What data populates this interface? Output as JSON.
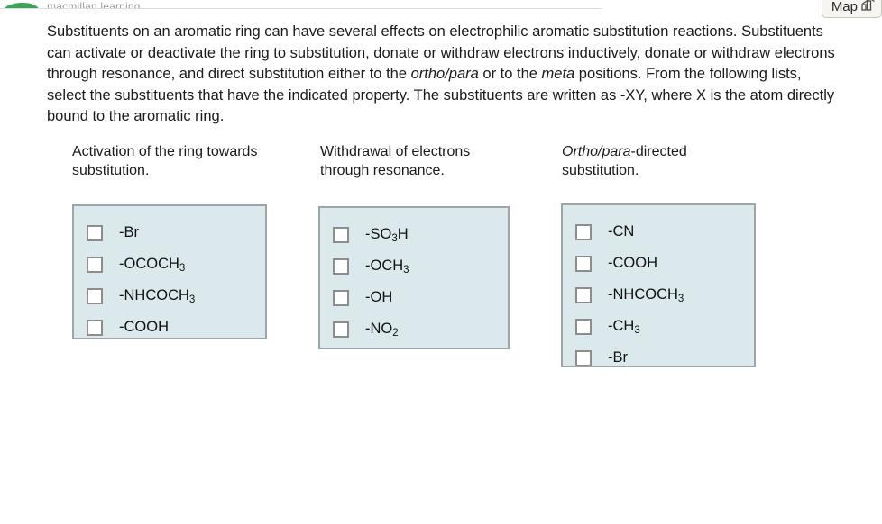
{
  "header": {
    "brand": "macmillan learning",
    "logo_icon": "green-swoosh-logo",
    "map_button_label": "Map",
    "map_button_icon": "map-chart-icon"
  },
  "prompt": {
    "segments": [
      {
        "text": "Substituents on an aromatic ring can have several effects on electrophilic aromatic substitution reactions. Substituents can activate or deactivate the ring to substitution, donate or withdraw electrons inductively, donate or withdraw electrons through resonance, and direct substitution either to the ",
        "italic": false
      },
      {
        "text": "ortho/para",
        "italic": true
      },
      {
        "text": " or to the ",
        "italic": false
      },
      {
        "text": "meta",
        "italic": true
      },
      {
        "text": " positions. From the following lists, select the substituents that have the indicated property. The substituents are written as -XY, where X is the atom directly bound to the aromatic ring.",
        "italic": false
      }
    ]
  },
  "columns": [
    {
      "id": "activation",
      "heading_segments": [
        {
          "text": "Activation of the ring towards substitution.",
          "italic": false
        }
      ],
      "options": [
        {
          "label": "-Br",
          "checked": false
        },
        {
          "label": "-OCOCH",
          "sub": "3",
          "checked": false
        },
        {
          "label": "-NHCOCH",
          "sub": "3",
          "checked": false
        },
        {
          "label": "-COOH",
          "checked": false
        }
      ]
    },
    {
      "id": "withdrawal-resonance",
      "heading_segments": [
        {
          "text": "Withdrawal of electrons through resonance.",
          "italic": false
        }
      ],
      "options": [
        {
          "label": "-SO",
          "sub": "3",
          "suffix": "H",
          "checked": false
        },
        {
          "label": "-OCH",
          "sub": "3",
          "checked": false
        },
        {
          "label": "-OH",
          "checked": false
        },
        {
          "label": "-NO",
          "sub": "2",
          "checked": false
        }
      ]
    },
    {
      "id": "ortho-para-directed",
      "heading_segments": [
        {
          "text": "Ortho/para",
          "italic": true
        },
        {
          "text": "-directed substitution.",
          "italic": false
        }
      ],
      "options": [
        {
          "label": "-CN",
          "checked": false
        },
        {
          "label": "-COOH",
          "checked": false
        },
        {
          "label": "-NHCOCH",
          "sub": "3",
          "checked": false
        },
        {
          "label": "-CH",
          "sub": "3",
          "checked": false
        },
        {
          "label": "-Br",
          "checked": false
        }
      ]
    }
  ],
  "colors": {
    "panel_background": "#dce9ec",
    "panel_border": "#9aa6a8",
    "checkbox_border": "#8d8d8d",
    "brand_green": "#3aa457",
    "text": "#1a1a1a"
  }
}
